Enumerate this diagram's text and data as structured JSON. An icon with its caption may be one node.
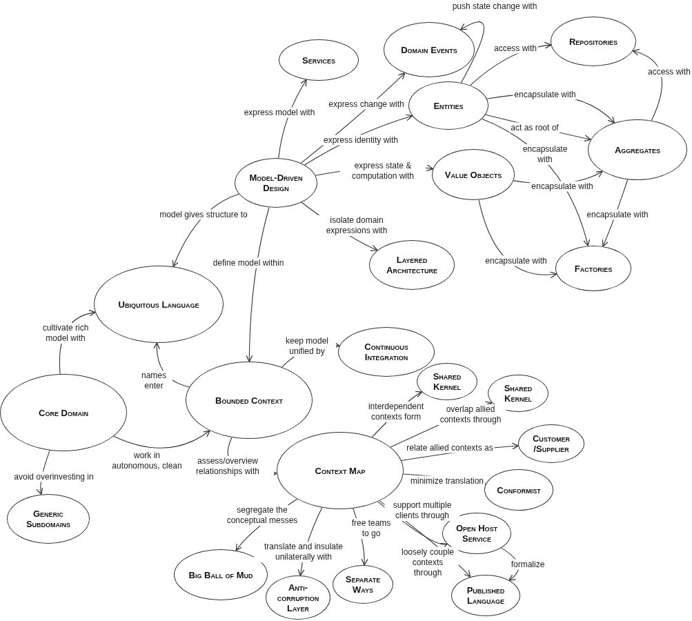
{
  "diagram": {
    "nodes": [
      {
        "text": [
          "Services"
        ]
      },
      {
        "text": [
          "Domain Events"
        ]
      },
      {
        "text": [
          "Repositories"
        ]
      },
      {
        "text": [
          "Entities"
        ]
      },
      {
        "text": [
          "Model-Driven Design"
        ]
      },
      {
        "text": [
          "Value Objects"
        ]
      },
      {
        "text": [
          "Aggregates"
        ]
      },
      {
        "text": [
          "Layered Architecture"
        ]
      },
      {
        "text": [
          "Factories"
        ]
      },
      {
        "text": [
          "Ubiquitous Language"
        ]
      },
      {
        "text": [
          "Continuous Integration"
        ]
      },
      {
        "text": [
          "Core Domain"
        ]
      },
      {
        "text": [
          "Bounded Context"
        ]
      },
      {
        "text": [
          "Shared Kernel"
        ]
      },
      {
        "text": [
          "Shared Kernel"
        ]
      },
      {
        "text": [
          "Customer /Supplier"
        ]
      },
      {
        "text": [
          "Context Map"
        ]
      },
      {
        "text": [
          "Conformist"
        ]
      },
      {
        "text": [
          "Open Host Service"
        ]
      },
      {
        "text": [
          "Generic Subdomains"
        ]
      },
      {
        "text": [
          "Big Ball of Mud"
        ]
      },
      {
        "text": [
          "Anti-corruption Layer"
        ]
      },
      {
        "text": [
          "Separate Ways"
        ]
      },
      {
        "text": [
          "Published Language"
        ]
      }
    ],
    "edges": [
      {
        "from": 3,
        "to": 1,
        "arrow": "to",
        "label": "push state change with"
      },
      {
        "from": 4,
        "to": 0,
        "arrow": "to",
        "label": "express model with"
      },
      {
        "from": 4,
        "to": 1,
        "arrow": "to",
        "label": "express change with"
      },
      {
        "from": 4,
        "to": 3,
        "arrow": "to",
        "label": "express identity with"
      },
      {
        "from": 4,
        "to": 5,
        "arrow": "to",
        "label": "express state & computation with"
      },
      {
        "from": 4,
        "to": 7,
        "arrow": "to",
        "label": "isolate domain expressions with"
      },
      {
        "from": 4,
        "to": 9,
        "arrow": "to",
        "label": "model gives structure to"
      },
      {
        "from": 4,
        "to": 12,
        "arrow": "to",
        "label": "define model within"
      },
      {
        "from": 3,
        "to": 2,
        "arrow": "to",
        "label": "access with"
      },
      {
        "from": 3,
        "to": 6,
        "arrow": "to",
        "label": "encapsulate with"
      },
      {
        "from": 3,
        "to": 6,
        "arrow": "to",
        "label": "act as root of"
      },
      {
        "from": 3,
        "to": 8,
        "arrow": "to",
        "label": "encapsulate with"
      },
      {
        "from": 5,
        "to": 6,
        "arrow": "to",
        "label": "encapsulate with"
      },
      {
        "from": 5,
        "to": 8,
        "arrow": "to",
        "label": "encapsulate with"
      },
      {
        "from": 6,
        "to": 2,
        "arrow": "to",
        "label": "access with"
      },
      {
        "from": 6,
        "to": 8,
        "arrow": "to",
        "label": "encapsulate with"
      },
      {
        "from": 11,
        "to": 9,
        "arrow": "to",
        "label": "cultivate rich model with"
      },
      {
        "from": 12,
        "to": 9,
        "arrow": "to",
        "label": "names enter"
      },
      {
        "from": 11,
        "to": 12,
        "arrow": "to",
        "label": "work in autonomous, clean"
      },
      {
        "from": 11,
        "to": 19,
        "arrow": "to",
        "label": "avoid overinvesting in"
      },
      {
        "from": 12,
        "to": 10,
        "arrow": "to",
        "label": "keep model unified by"
      },
      {
        "from": 12,
        "to": 16,
        "arrow": "to",
        "label": "assess/overview relationships with"
      },
      {
        "from": 16,
        "to": 13,
        "arrow": "to",
        "label": "interdependent contexts form"
      },
      {
        "from": 16,
        "to": 14,
        "arrow": "to",
        "label": "overlap allied contexts through"
      },
      {
        "from": 16,
        "to": 15,
        "arrow": "to",
        "label": "relate allied contexts as"
      },
      {
        "from": 16,
        "to": 17,
        "arrow": "to",
        "label": "minimize translation"
      },
      {
        "from": 16,
        "to": 18,
        "arrow": "to",
        "label": "support multiple clients through"
      },
      {
        "from": 16,
        "to": 23,
        "arrow": "to",
        "label": "loosely couple contexts through"
      },
      {
        "from": 16,
        "to": 20,
        "arrow": "to",
        "label": "segregate the conceptual messes"
      },
      {
        "from": 16,
        "to": 21,
        "arrow": "to",
        "label": "translate and insulate unilaterally with"
      },
      {
        "from": 16,
        "to": 22,
        "arrow": "to",
        "label": "free teams to go"
      },
      {
        "from": 18,
        "to": 23,
        "arrow": "to",
        "label": "formalize"
      }
    ]
  }
}
